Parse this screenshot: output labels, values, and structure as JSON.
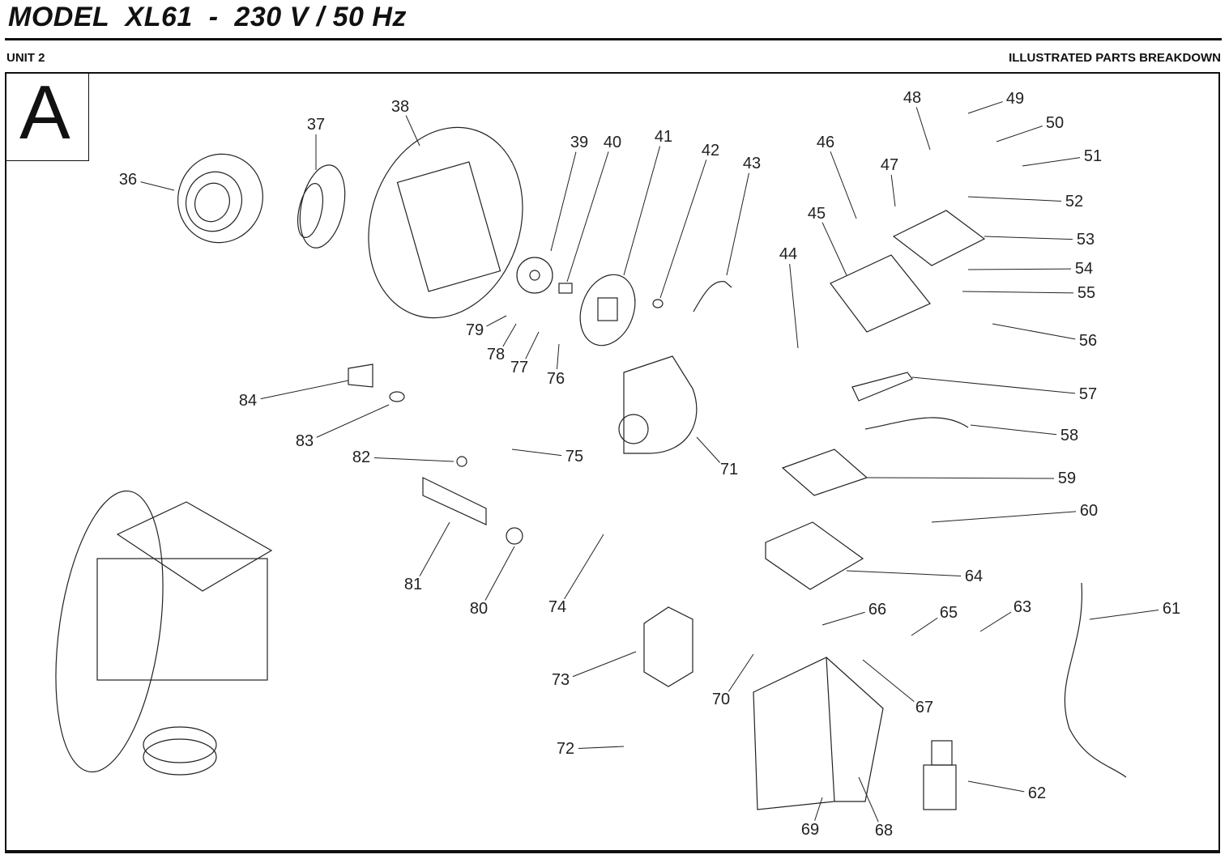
{
  "header": {
    "title": "MODEL  XL61  -  230 V / 50 Hz",
    "unit": "UNIT 2",
    "section_title": "ILLUSTRATED PARTS BREAKDOWN"
  },
  "diagram": {
    "section_letter": "A",
    "callouts": [
      {
        "id": "36",
        "label": "36"
      },
      {
        "id": "37",
        "label": "37"
      },
      {
        "id": "38",
        "label": "38"
      },
      {
        "id": "39",
        "label": "39"
      },
      {
        "id": "40",
        "label": "40"
      },
      {
        "id": "41",
        "label": "41"
      },
      {
        "id": "42",
        "label": "42"
      },
      {
        "id": "43",
        "label": "43"
      },
      {
        "id": "44",
        "label": "44"
      },
      {
        "id": "45",
        "label": "45"
      },
      {
        "id": "46",
        "label": "46"
      },
      {
        "id": "47",
        "label": "47"
      },
      {
        "id": "48",
        "label": "48"
      },
      {
        "id": "49",
        "label": "49"
      },
      {
        "id": "50",
        "label": "50"
      },
      {
        "id": "51",
        "label": "51"
      },
      {
        "id": "52",
        "label": "52"
      },
      {
        "id": "53",
        "label": "53"
      },
      {
        "id": "54",
        "label": "54"
      },
      {
        "id": "55",
        "label": "55"
      },
      {
        "id": "56",
        "label": "56"
      },
      {
        "id": "57",
        "label": "57"
      },
      {
        "id": "58",
        "label": "58"
      },
      {
        "id": "59",
        "label": "59"
      },
      {
        "id": "60",
        "label": "60"
      },
      {
        "id": "61",
        "label": "61"
      },
      {
        "id": "62",
        "label": "62"
      },
      {
        "id": "63",
        "label": "63"
      },
      {
        "id": "64",
        "label": "64"
      },
      {
        "id": "65",
        "label": "65"
      },
      {
        "id": "66",
        "label": "66"
      },
      {
        "id": "67",
        "label": "67"
      },
      {
        "id": "68",
        "label": "68"
      },
      {
        "id": "69",
        "label": "69"
      },
      {
        "id": "70",
        "label": "70"
      },
      {
        "id": "71",
        "label": "71"
      },
      {
        "id": "72",
        "label": "72"
      },
      {
        "id": "73",
        "label": "73"
      },
      {
        "id": "74",
        "label": "74"
      },
      {
        "id": "75",
        "label": "75"
      },
      {
        "id": "76",
        "label": "76"
      },
      {
        "id": "77",
        "label": "77"
      },
      {
        "id": "78",
        "label": "78"
      },
      {
        "id": "79",
        "label": "79"
      },
      {
        "id": "80",
        "label": "80"
      },
      {
        "id": "81",
        "label": "81"
      },
      {
        "id": "82",
        "label": "82"
      },
      {
        "id": "83",
        "label": "83"
      },
      {
        "id": "84",
        "label": "84"
      }
    ]
  }
}
